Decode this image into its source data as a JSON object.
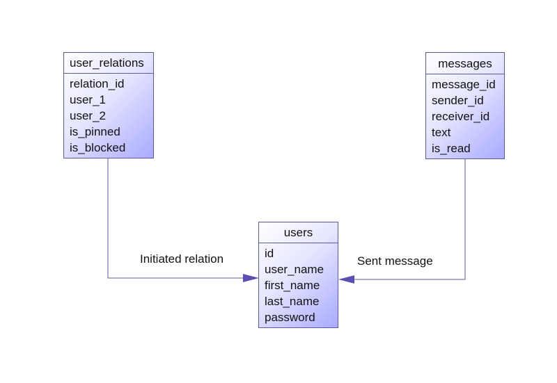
{
  "colors": {
    "line": "#5a5a9a",
    "arrow": "#5b4fb3",
    "gradient_end": "#a9aaff"
  },
  "entities": {
    "user_relations": {
      "title": "user_relations",
      "fields": [
        "relation_id",
        "user_1",
        "user_2",
        "is_pinned",
        "is_blocked"
      ]
    },
    "messages": {
      "title": "messages",
      "fields": [
        "message_id",
        "sender_id",
        "receiver_id",
        "text",
        "is_read"
      ]
    },
    "users": {
      "title": "users",
      "fields": [
        "id",
        "user_name",
        "first_name",
        "last_name",
        "password"
      ]
    }
  },
  "relations": {
    "initiated": {
      "label": "Initiated relation"
    },
    "sent": {
      "label": "Sent message"
    }
  }
}
